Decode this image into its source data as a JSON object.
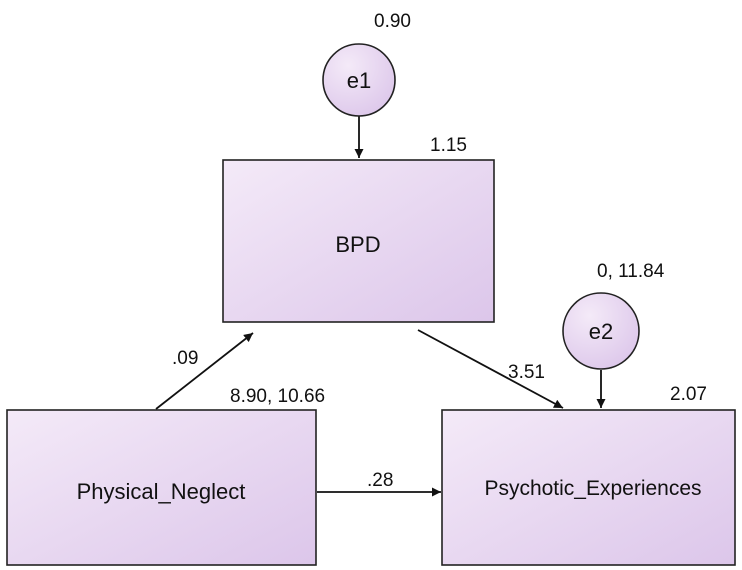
{
  "colors": {
    "node_fill_light": "#f4eaf8",
    "node_fill_dark": "#dcc6ea",
    "stroke": "#222222"
  },
  "nodes": {
    "bpd": {
      "label": "BPD",
      "value": "1.15"
    },
    "physical_neglect": {
      "label": "Physical_Neglect",
      "value": "8.90, 10.66"
    },
    "psychotic_experiences": {
      "label": "Psychotic_Experiences",
      "value": "2.07"
    },
    "e1": {
      "label": "e1",
      "value": "0.90"
    },
    "e2": {
      "label": "e2",
      "value": "0, 11.84"
    }
  },
  "paths": {
    "neglect_to_bpd": ".09",
    "bpd_to_psychotic": "3.51",
    "neglect_to_psychotic": ".28"
  }
}
